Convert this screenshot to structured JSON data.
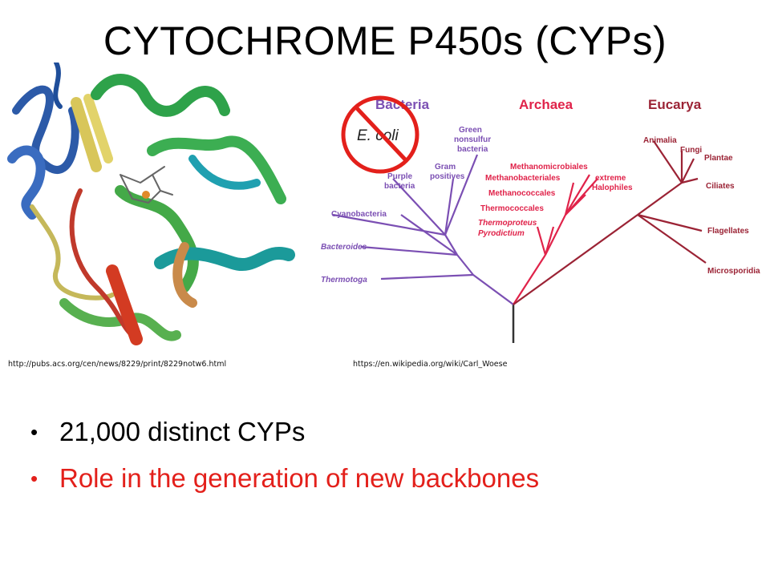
{
  "slide": {
    "title": "CYTOCHROME P450s (CYPs)"
  },
  "protein_figure": {
    "credit": "http://pubs.acs.org/cen/news/8229/print/8229notw6.html"
  },
  "tree_figure": {
    "credit": "https://en.wikipedia.org/wiki/Carl_Woese",
    "excluded_label": "E. coli",
    "domains": {
      "bacteria": "Bacteria",
      "archaea": "Archaea",
      "eucarya": "Eucarya"
    },
    "bacteria_leaves": {
      "green_nonsulfur": [
        "Green",
        "nonsulfur",
        "bacteria"
      ],
      "gram_positives": [
        "Gram",
        "positives"
      ],
      "purple_bacteria": [
        "Purple",
        "bacteria"
      ],
      "cyanobacteria": "Cyanobacteria",
      "bacteroides": "Bacteroides",
      "thermotoga": "Thermotoga"
    },
    "archaea_leaves": {
      "methanomicrobiales": "Methanomicrobiales",
      "methanobacteriales": "Methanobacteriales",
      "methanococcales": "Methanococcales",
      "thermococcales": "Thermococcales",
      "thermoproteus": "Thermoproteus",
      "pyrodictium": "Pyrodictium",
      "extreme_halophiles": [
        "extreme",
        "Halophiles"
      ]
    },
    "eucarya_leaves": {
      "animalia": "Animalia",
      "fungi": "Fungi",
      "plantae": "Plantae",
      "ciliates": "Ciliates",
      "flagellates": "Flagellates",
      "microsporidia": "Microsporidia"
    },
    "colors": {
      "bacteria": "#7b4fb3",
      "archaea": "#e0234a",
      "eucarya": "#9b2335",
      "root": "#333333",
      "prohibition": "#e3201b"
    }
  },
  "bullets": {
    "bullet_symbol": "•",
    "item1": "21,000 distinct CYPs",
    "item2": "Role in the generation of new backbones"
  },
  "colors": {
    "highlight_text": "#e3201b",
    "body_text": "#000000"
  }
}
